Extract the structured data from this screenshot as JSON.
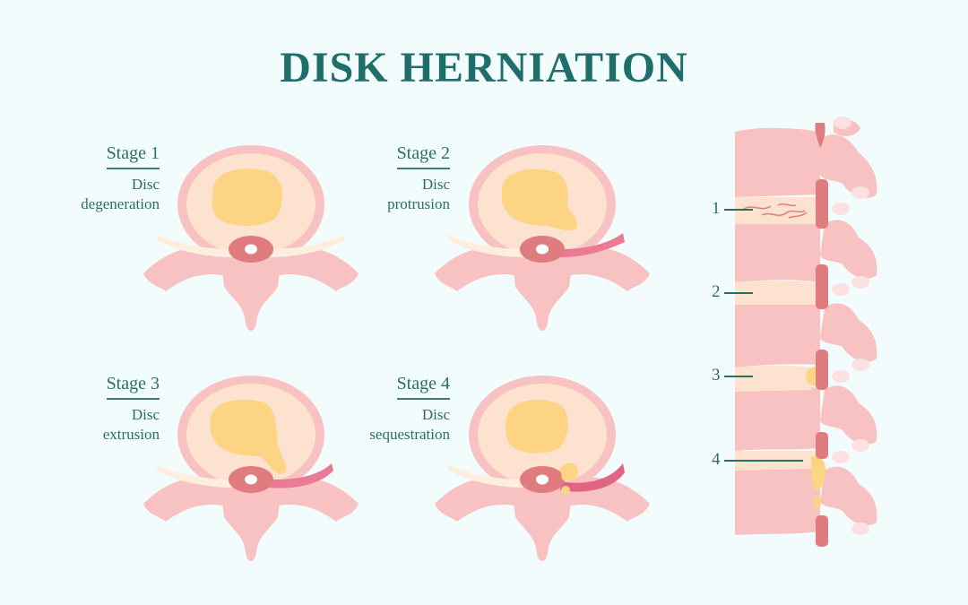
{
  "title": "DISK HERNIATION",
  "colors": {
    "background": "#f2fcfd",
    "title": "#1e6e6a",
    "label": "#2b6e68",
    "bone": "#f8c2c2",
    "annulus": "#fde3cf",
    "nucleus": "#fdd384",
    "canal_ring": "#e07b7f",
    "nerve_normal": "#fdeede",
    "nerve_compressed": "#eb7b95"
  },
  "stages": [
    {
      "name": "Stage 1",
      "line1": "Disc",
      "line2": "degeneration"
    },
    {
      "name": "Stage 2",
      "line1": "Disc",
      "line2": "protrusion"
    },
    {
      "name": "Stage 3",
      "line1": "Disc",
      "line2": "extrusion"
    },
    {
      "name": "Stage 4",
      "line1": "Disc",
      "line2": "sequestration"
    }
  ],
  "spine_labels": [
    "1",
    "2",
    "3",
    "4"
  ]
}
